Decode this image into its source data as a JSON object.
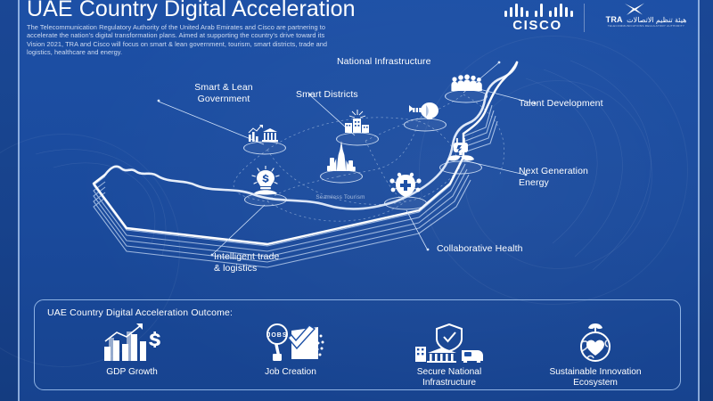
{
  "meta": {
    "title": "UAE Country Digital Acceleration",
    "intro": "The Telecommunication Regulatory Authority of the United Arab Emirates and Cisco are partnering to accelerate the nation's digital transformation plans. Aimed at supporting the country's drive toward its Vision 2021, TRA and Cisco will focus on smart & lean government, tourism, smart districts, trade and logistics, healthcare and energy.",
    "background_color": "#1d50a6",
    "accent_color": "#8fb3e4"
  },
  "logos": {
    "cisco": {
      "wordmark": "CISCO",
      "icon": "cisco-bridge-bars-icon"
    },
    "tra": {
      "wordmark": "TRA",
      "arabic": "هيئة تنظيم الاتصالات",
      "subtitle": "TELECOMMUNICATIONS REGULATORY AUTHORITY",
      "icon": "tra-star-icon"
    }
  },
  "map": {
    "region": "United Arab Emirates",
    "nodes": [
      {
        "id": "smart-lean-government",
        "label": "Smart & Lean\nGovernment",
        "icon": "government-building-chart-icon"
      },
      {
        "id": "smart-districts",
        "label": "Smart Districts",
        "icon": "city-buildings-icon"
      },
      {
        "id": "national-infrastructure",
        "label": "National Infrastructure",
        "icon": "satellite-dish-icon"
      },
      {
        "id": "talent-development",
        "label": "Talent Development",
        "icon": "people-group-icon"
      },
      {
        "id": "next-generation-energy",
        "label": "Next Generation\nEnergy",
        "icon": "plug-leaf-energy-icon"
      },
      {
        "id": "collaborative-health",
        "label": "Collaborative Health",
        "icon": "medical-cross-network-icon"
      },
      {
        "id": "intelligent-trade-logistics",
        "label": "Intelligent trade\n& logistics",
        "icon": "lightbulb-dollar-icon"
      },
      {
        "id": "seamless-tourism",
        "label": "Seamless Tourism",
        "icon": "skyline-tower-icon"
      }
    ]
  },
  "outcome": {
    "heading": "UAE Country Digital Acceleration Outcome:",
    "items": [
      {
        "id": "gdp-growth",
        "label": "GDP Growth",
        "icon": "bar-chart-dollar-icon"
      },
      {
        "id": "job-creation",
        "label": "Job Creation",
        "icon": "jobs-magnifier-checklist-icon"
      },
      {
        "id": "secure-national-infrastructure",
        "label": "Secure National\nInfrastructure",
        "icon": "shield-check-buildings-icon"
      },
      {
        "id": "sustainable-innovation-ecosystem",
        "label": "Sustainable Innovation\nEcosystem",
        "icon": "globe-heart-sprout-icon"
      }
    ]
  }
}
